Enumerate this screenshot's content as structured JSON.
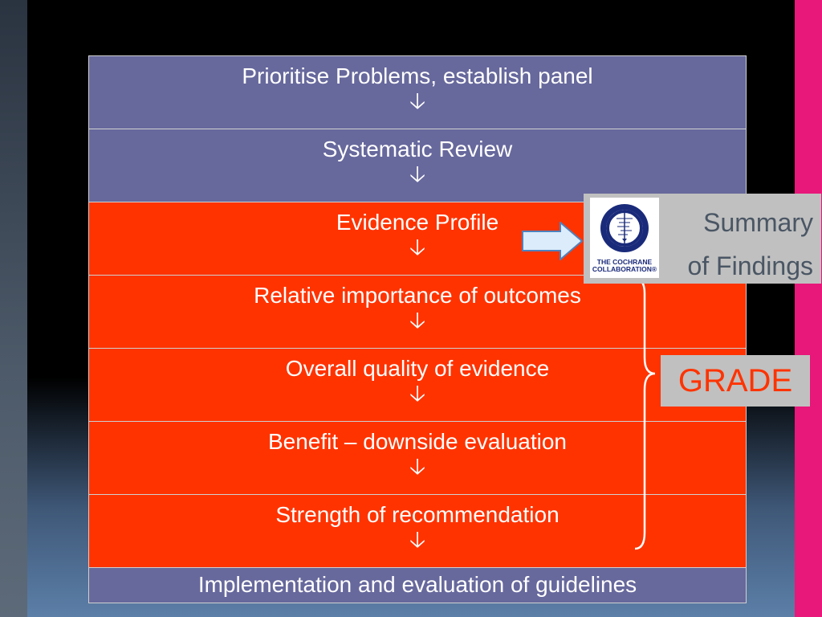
{
  "steps": [
    {
      "label": "Prioritise Problems, establish panel",
      "arrow": "🡣"
    },
    {
      "label": "Systematic Review",
      "arrow": "🡣"
    },
    {
      "label": "Evidence Profile",
      "arrow": "🡣"
    },
    {
      "label": "Relative importance of outcomes",
      "arrow": "🡣"
    },
    {
      "label": "Overall quality of evidence",
      "arrow": "🡣"
    },
    {
      "label": "Benefit – downside evaluation",
      "arrow": "🡣"
    },
    {
      "label": "Strength of recommendation",
      "arrow": "🡣"
    },
    {
      "label": "Implementation and evaluation of guidelines"
    }
  ],
  "summary": {
    "line1": "Summary",
    "line2": "of Findings"
  },
  "logo": {
    "line1": "THE COCHRANE",
    "line2": "COLLABORATION®"
  },
  "grade_label": "GRADE",
  "colors": {
    "blue": "#67689c",
    "red": "#ff3300",
    "pink": "#e8177a",
    "panel": "#c0c0c0",
    "arrow_fill": "#dcecfa",
    "arrow_stroke": "#4f81bd"
  }
}
